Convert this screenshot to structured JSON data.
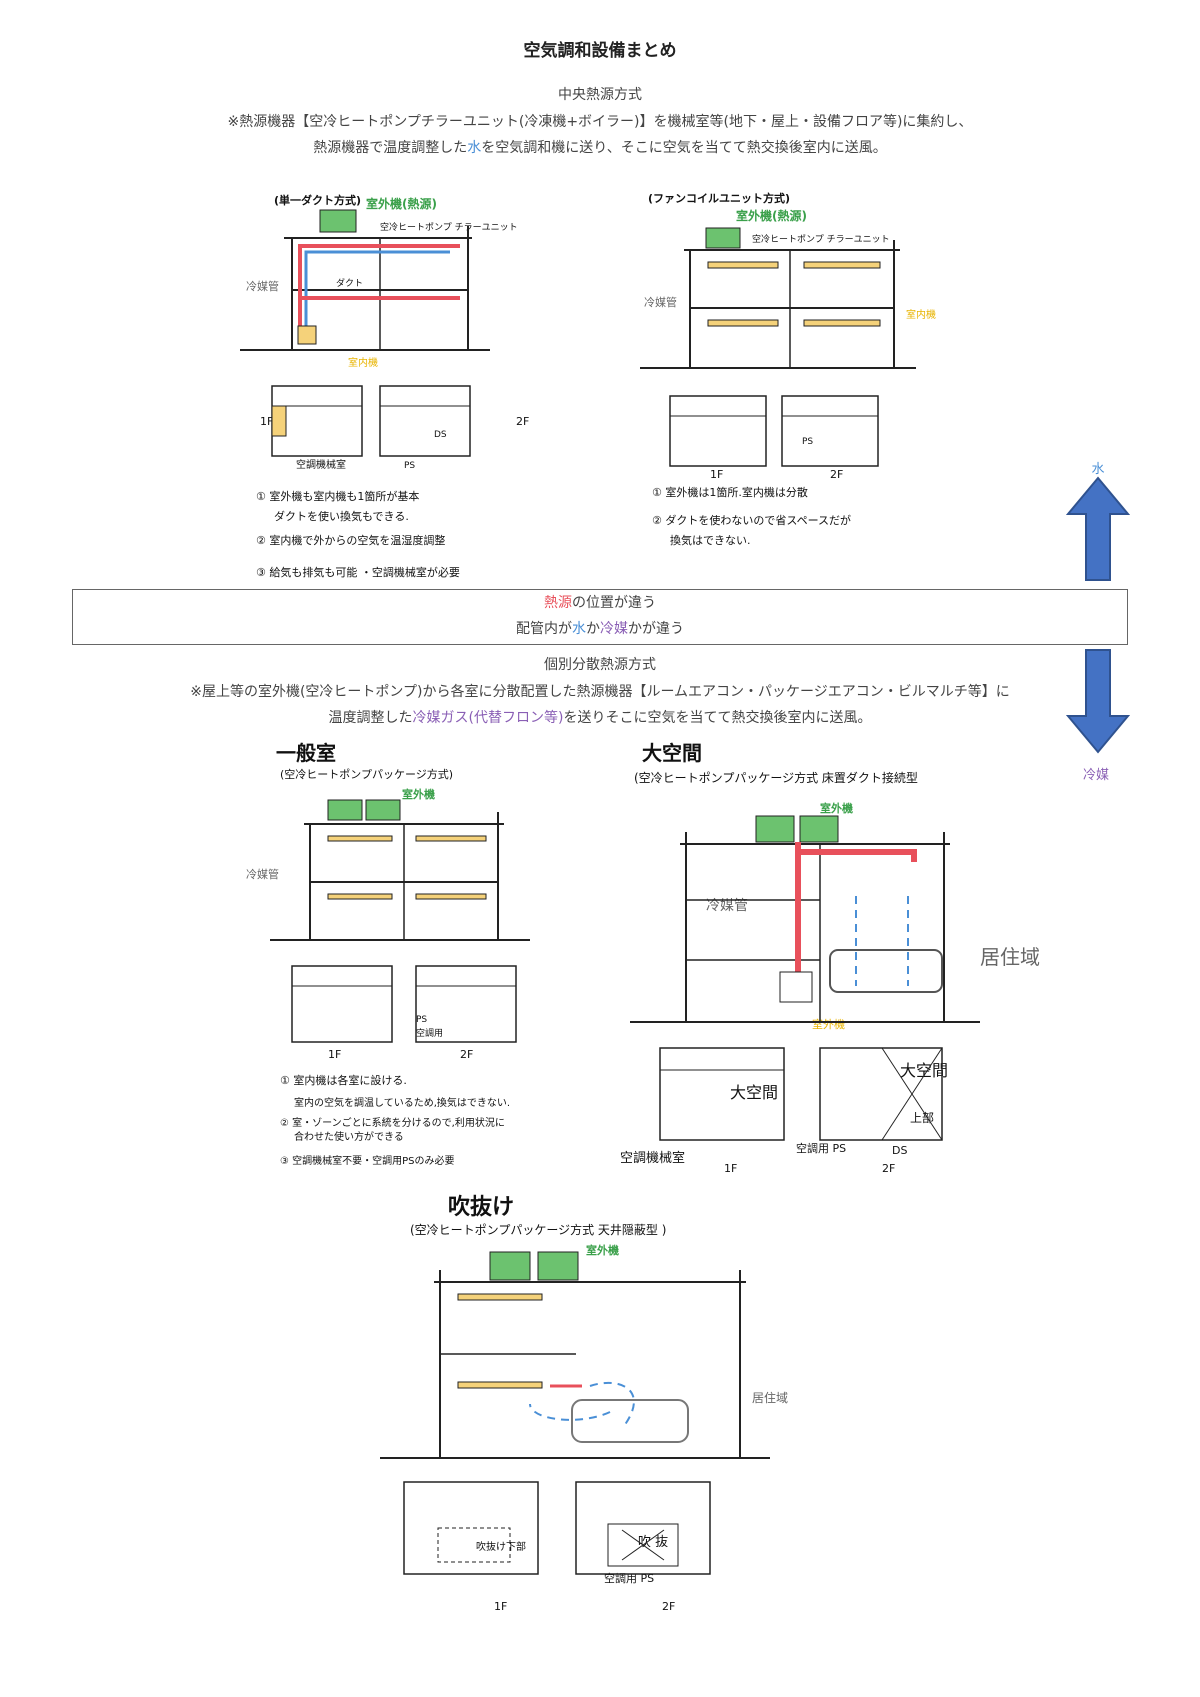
{
  "title": "空気調和設備まとめ",
  "central": {
    "heading": "中央熱源方式",
    "line1": "※熱源機器【空冷ヒートポンプチラーユニット(冷凍機+ボイラー)】を機械室等(地下・屋上・設備フロア等)に集約し、",
    "line2_pre": "熱源機器で温度調整した",
    "line2_hl": "水",
    "line2_post": "を空気調和機に送り、そこに空気を当てて熱交換後室内に送風。"
  },
  "compare": {
    "line1_hl": "熱源",
    "line1_post": "の位置が違う",
    "line2_pre": "配管内が",
    "line2_hl1": "水",
    "line2_mid": "か",
    "line2_hl2": "冷媒",
    "line2_post": "かが違う"
  },
  "individual": {
    "heading": "個別分散熱源方式",
    "line1": "※屋上等の室外機(空冷ヒートポンプ)から各室に分散配置した熱源機器【ルームエアコン・パッケージエアコン・ビルマルチ等】に",
    "line2_pre": "温度調整した",
    "line2_hl": "冷媒ガス(代替フロン等)",
    "line2_post": "を送りそこに空気を当てて熱交換後室内に送風。"
  },
  "arrow_labels": {
    "top": "水",
    "bottom": "冷媒"
  },
  "sketch_single_duct": {
    "title": "(単一ダクト方式)",
    "outdoor_unit": "室外機(熱源)",
    "chiller": "空冷ヒートポンプ チラーユニット",
    "refrigerant_pipe": "冷媒管",
    "duct": "ダクト",
    "indoor_unit": "室内機",
    "floor1": "1F",
    "floor2": "2F",
    "ds": "DS",
    "ps": "PS",
    "machine_room": "空調機械室",
    "note1a": "① 室外機も室内機も1箇所が基本",
    "note1b": "ダクトを使い換気もできる.",
    "note2": "② 室内機で外からの空気を温湿度調整",
    "note3": "③ 給気も排気も可能 ・空調機械室が必要"
  },
  "sketch_fancoil": {
    "title": "(ファンコイルユニット方式)",
    "outdoor_unit": "室外機(熱源)",
    "chiller": "空冷ヒートポンプ チラーユニット",
    "refrigerant_pipe": "冷媒管",
    "indoor_unit": "室内機",
    "ps": "PS",
    "floor1": "1F",
    "floor2": "2F",
    "note1": "① 室外機は1箇所.室内機は分散",
    "note2a": "② ダクトを使わないので省スペースだが",
    "note2b": "換気はできない."
  },
  "sketch_general": {
    "title": "一般室",
    "subtitle": "(空冷ヒートポンプパッケージ方式)",
    "outdoor_unit": "室外機",
    "refrigerant_pipe": "冷媒管",
    "ps": "PS",
    "ac_room": "空調用",
    "floor1": "1F",
    "floor2": "2F",
    "note1a": "① 室内機は各室に設ける.",
    "note1b": "室内の空気を調温しているため,換気はできない.",
    "note2a": "② 室・ゾーンごとに系統を分けるので,利用状況に",
    "note2b": "合わせた使い方ができる",
    "note3": "③ 空調機械室不要・空調用PSのみ必要"
  },
  "sketch_large": {
    "title": "大空間",
    "subtitle": "(空冷ヒートポンプパッケージ方式 床置ダクト接続型",
    "outdoor_unit": "室外機",
    "refrigerant_pipe": "冷媒管",
    "living_zone": "居住域",
    "indoor_unit": "室外機",
    "big_space1": "大空間",
    "big_space2": "大空間",
    "upper": "上部",
    "machine_room": "空調機械室",
    "ac_ps": "空調用 PS",
    "ds": "DS",
    "floor1": "1F",
    "floor2": "2F"
  },
  "sketch_atrium": {
    "title": "吹抜け",
    "subtitle": "(空冷ヒートポンプパッケージ方式  天井隠蔽型 )",
    "outdoor_unit": "室外機",
    "living_zone": "居住域",
    "atrium_lower": "吹抜け下部",
    "atrium": "吹 抜",
    "ac_ps": "空調用 PS",
    "floor1": "1F",
    "floor2": "2F"
  }
}
